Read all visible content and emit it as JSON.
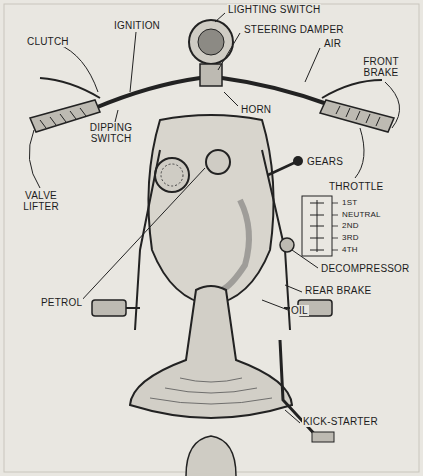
{
  "diagram": {
    "labels": [
      "CLUTCH",
      "IGNITION",
      "LIGHTING SWITCH",
      "STEERING DAMPER",
      "AIR",
      "FRONT BRAKE",
      "HORN",
      "GEARS",
      "THROTTLE",
      "DIPPING SWITCH",
      "VALVE LIFTER",
      "PETROL",
      "1ST",
      "NEUTRAL",
      "2ND",
      "3RD",
      "4TH",
      "DECOMPRESSOR",
      "REAR BRAKE",
      "OIL",
      "KICK-STARTER"
    ]
  }
}
